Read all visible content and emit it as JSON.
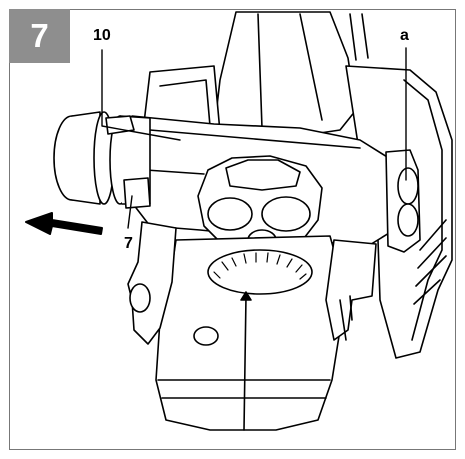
{
  "figure": {
    "number": "7",
    "callouts": {
      "part_10": "10",
      "part_a": "a",
      "part_7": "7"
    }
  },
  "colors": {
    "badge": "#8e8e8e",
    "frame": "#777777",
    "ink": "#000000"
  }
}
